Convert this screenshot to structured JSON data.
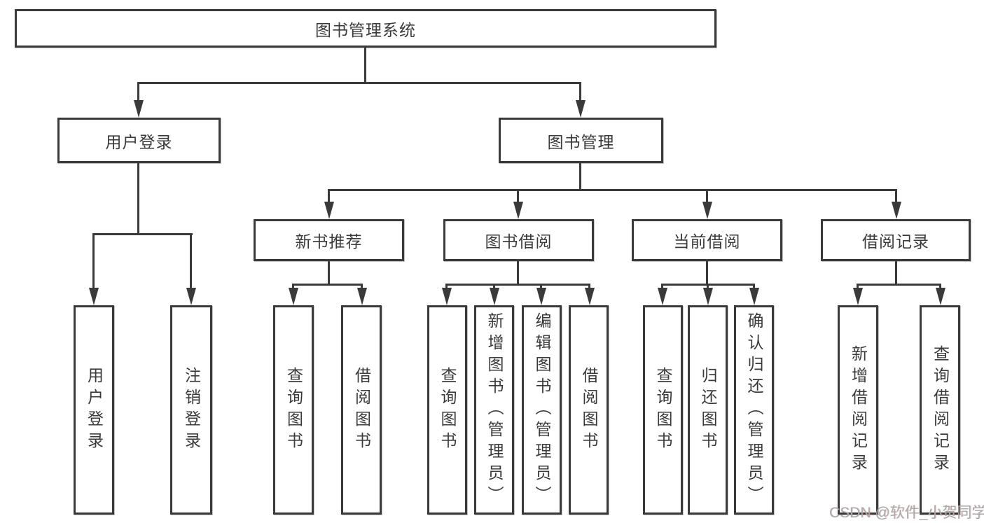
{
  "diagram": {
    "root": {
      "label": "图书管理系统"
    },
    "level2": [
      {
        "label": "用户登录"
      },
      {
        "label": "图书管理"
      }
    ],
    "level3": [
      {
        "label": "新书推荐"
      },
      {
        "label": "图书借阅"
      },
      {
        "label": "当前借阅"
      },
      {
        "label": "借阅记录"
      }
    ],
    "leaves": [
      {
        "label": "用户登录"
      },
      {
        "label": "注销登录"
      },
      {
        "label": "查询图书"
      },
      {
        "label": "借阅图书"
      },
      {
        "label": "查询图书"
      },
      {
        "label": "新增图书（管理员）"
      },
      {
        "label": "编辑图书（管理员）"
      },
      {
        "label": "借阅图书"
      },
      {
        "label": "查询图书"
      },
      {
        "label": "归还图书"
      },
      {
        "label": "确认归还（管理员）"
      },
      {
        "label": "新增借阅记录"
      },
      {
        "label": "查询借阅记录"
      }
    ],
    "colors": {
      "line": "#3a3a3a",
      "box_border": "#3a3a3a",
      "text": "#3a3a3a",
      "background": "#ffffff",
      "watermark": "#a9a9a9"
    }
  },
  "watermark": {
    "text": "CSDN @软件_小贺同学"
  }
}
